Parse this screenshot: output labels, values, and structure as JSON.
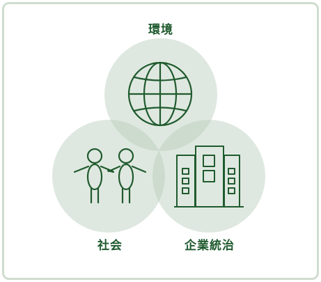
{
  "diagram": {
    "labels": {
      "environment": "環境",
      "society": "社会",
      "governance": "企業統治"
    },
    "colors": {
      "frame_border": "#cfdccf",
      "circle_fill": "#b9ccbb",
      "icon_stroke": "#1f5a2e",
      "label_text": "#1f5a2e"
    },
    "icons": {
      "environment": "globe-icon",
      "society": "two-people-handshake-icon",
      "governance": "buildings-icon"
    }
  }
}
